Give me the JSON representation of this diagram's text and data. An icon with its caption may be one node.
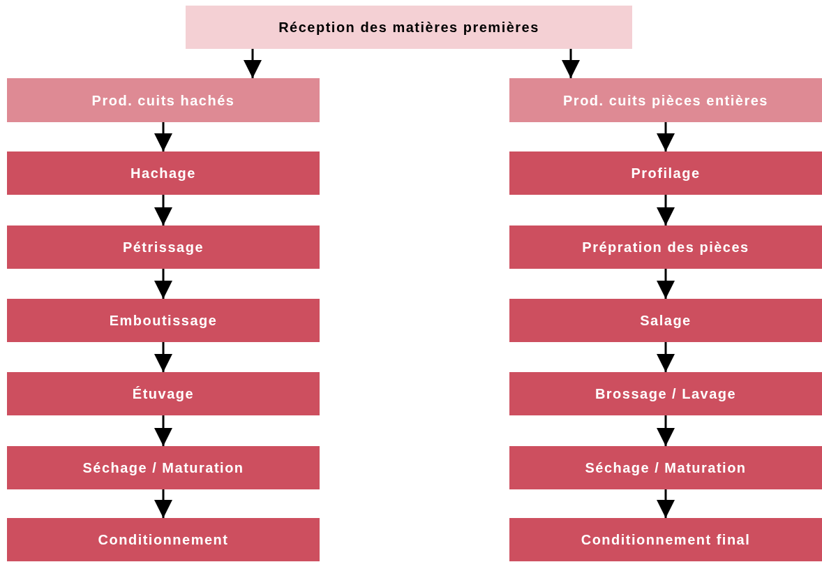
{
  "diagram": {
    "nodes": [
      {
        "text": [
          "Réception des matières premières"
        ]
      },
      {
        "text": [
          "Prod. cuits hachés"
        ]
      },
      {
        "text": [
          "Hachage"
        ]
      },
      {
        "text": [
          "Pétrissage"
        ]
      },
      {
        "text": [
          "Emboutissage"
        ]
      },
      {
        "text": [
          "Étuvage"
        ]
      },
      {
        "text": [
          "Séchage / Maturation"
        ]
      },
      {
        "text": [
          "Conditionnement"
        ]
      },
      {
        "text": [
          "Prod. cuits pièces entières"
        ]
      },
      {
        "text": [
          "Profilage"
        ]
      },
      {
        "text": [
          "Prépration des pièces"
        ]
      },
      {
        "text": [
          "Salage"
        ]
      },
      {
        "text": [
          "Brossage / Lavage"
        ]
      },
      {
        "text": [
          "Séchage / Maturation"
        ]
      },
      {
        "text": [
          "Conditionnement final"
        ]
      }
    ],
    "edges": [
      {
        "from": 0,
        "to": 1,
        "arrow": "to"
      },
      {
        "from": 0,
        "to": 8,
        "arrow": "to"
      },
      {
        "from": 1,
        "to": 2,
        "arrow": "to"
      },
      {
        "from": 2,
        "to": 3,
        "arrow": "to"
      },
      {
        "from": 3,
        "to": 4,
        "arrow": "to"
      },
      {
        "from": 4,
        "to": 5,
        "arrow": "to"
      },
      {
        "from": 5,
        "to": 6,
        "arrow": "to"
      },
      {
        "from": 6,
        "to": 7,
        "arrow": "to"
      },
      {
        "from": 8,
        "to": 9,
        "arrow": "to"
      },
      {
        "from": 9,
        "to": 10,
        "arrow": "to"
      },
      {
        "from": 10,
        "to": 11,
        "arrow": "to"
      },
      {
        "from": 11,
        "to": 12,
        "arrow": "to"
      },
      {
        "from": 12,
        "to": 13,
        "arrow": "to"
      },
      {
        "from": 13,
        "to": 14,
        "arrow": "to"
      }
    ]
  }
}
